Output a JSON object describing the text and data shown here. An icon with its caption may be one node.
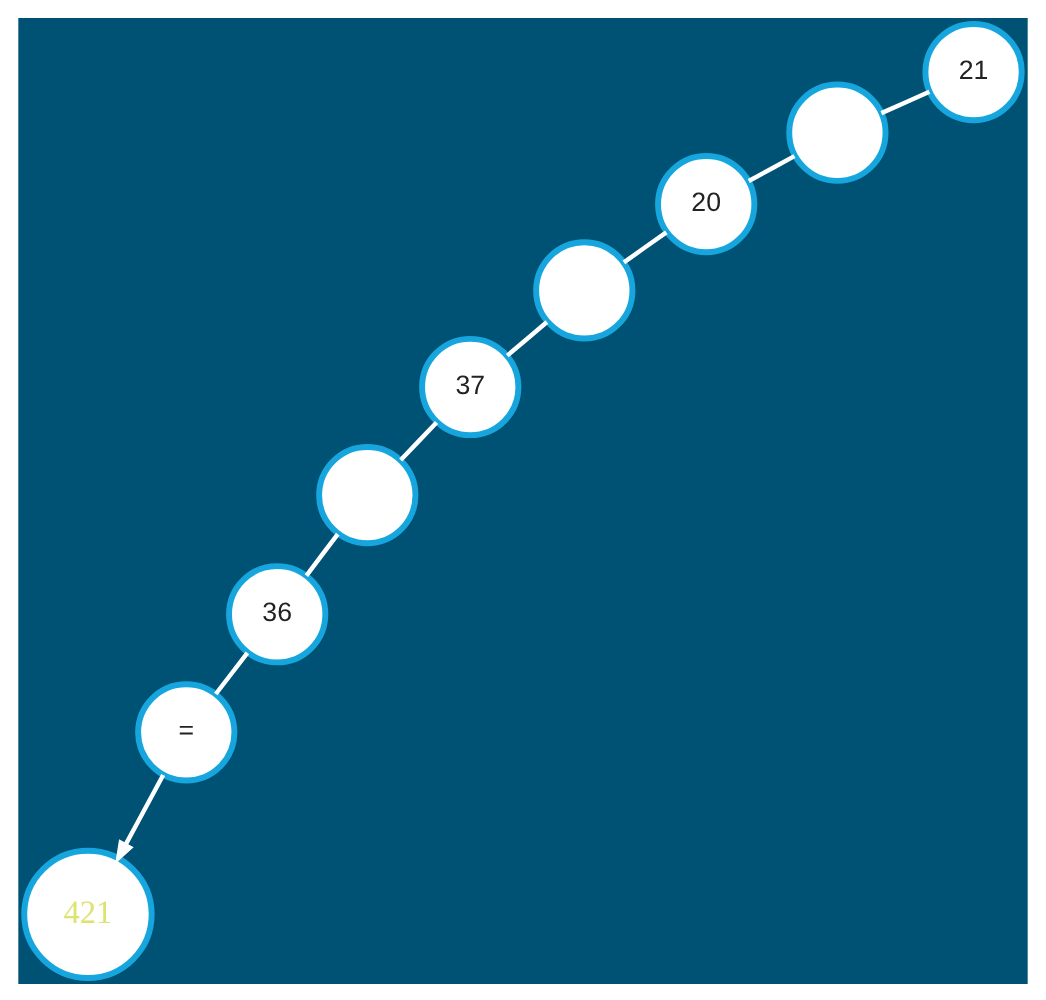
{
  "diagram": {
    "nodes": [
      {
        "text": [
          "="
        ]
      },
      {
        "text": [
          "21"
        ]
      },
      {
        "text": [],
        "shape": "circle"
      },
      {
        "text": [
          "20"
        ]
      },
      {
        "text": [],
        "shape": "circle"
      },
      {
        "text": [
          "37"
        ]
      },
      {
        "text": [],
        "shape": "circle"
      },
      {
        "text": [
          "36"
        ]
      },
      {
        "text": [
          "421"
        ]
      }
    ],
    "edges": [
      {
        "from": 1,
        "to": 2,
        "arrow": "none"
      },
      {
        "from": 2,
        "to": 3,
        "arrow": "none"
      },
      {
        "from": 3,
        "to": 4,
        "arrow": "none"
      },
      {
        "from": 4,
        "to": 5,
        "arrow": "none"
      },
      {
        "from": 5,
        "to": 6,
        "arrow": "none"
      },
      {
        "from": 6,
        "to": 7,
        "arrow": "none"
      },
      {
        "from": 7,
        "to": 0,
        "arrow": "none"
      },
      {
        "from": 0,
        "to": 8,
        "arrow": "to"
      }
    ]
  }
}
